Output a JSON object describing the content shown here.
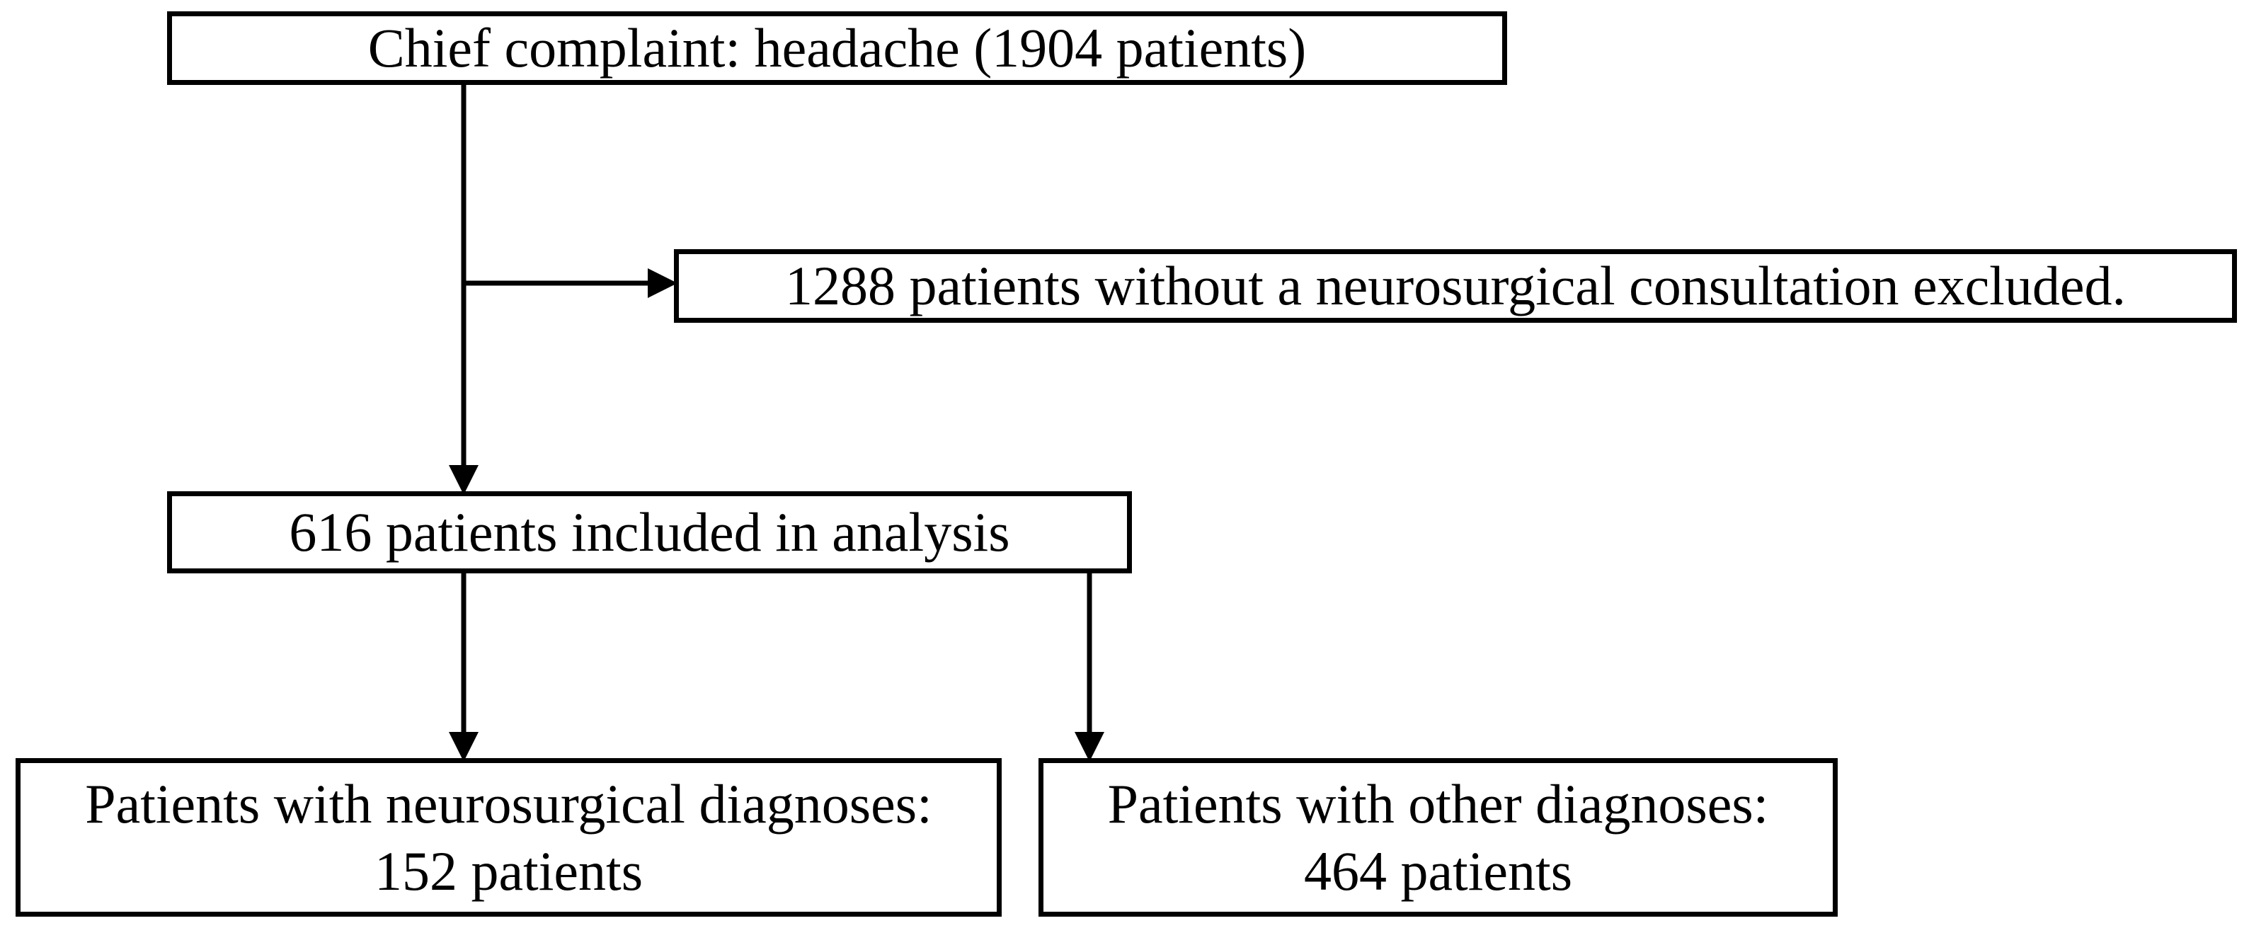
{
  "flowchart": {
    "top": {
      "text": "Chief complaint: headache (1904 patients)"
    },
    "excluded": {
      "text": "1288 patients without a neurosurgical consultation excluded."
    },
    "included": {
      "text": "616 patients included in analysis"
    },
    "neurosurgical": {
      "line1": "Patients with neurosurgical diagnoses:",
      "line2": "152 patients"
    },
    "other": {
      "line1": "Patients with other diagnoses:",
      "line2": "464 patients"
    }
  },
  "colors": {
    "stroke": "#000000",
    "background": "#ffffff"
  }
}
